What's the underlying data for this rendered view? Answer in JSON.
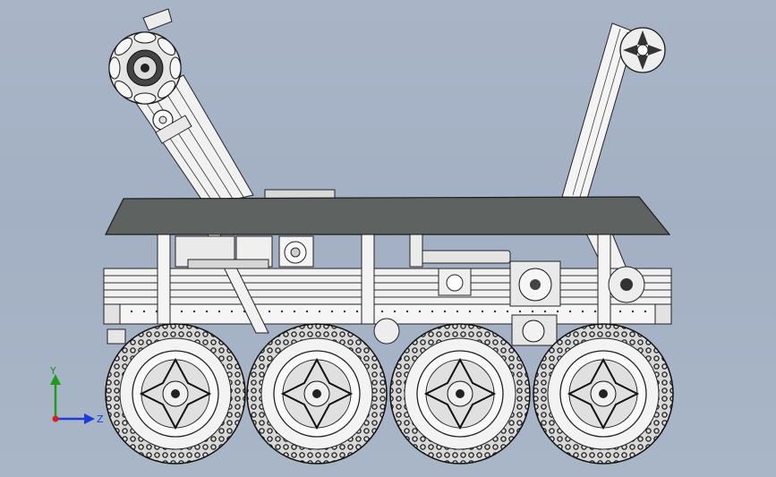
{
  "viewport": {
    "background_top": "#a9b5c7",
    "background_bottom": "#a9b6c8",
    "model_face_color": "#f1f1f1",
    "model_edge_color": "#222222",
    "deck_color": "#5e6362"
  },
  "triad": {
    "y_label": "Y",
    "z_label": "Z",
    "y_color": "#1e9c1e",
    "z_color": "#1e3cd8",
    "x_color": "#d81e1e"
  },
  "model": {
    "wheel_count": 4,
    "omni_wheel_count": 2
  }
}
